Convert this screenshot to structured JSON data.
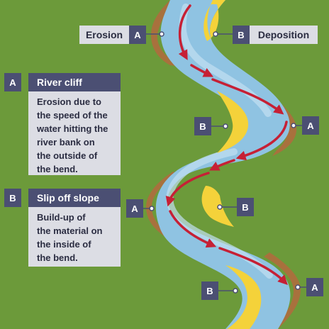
{
  "colors": {
    "background": "#6c9a3a",
    "water": "#8fc3e2",
    "water_light": "#c2e0f2",
    "bank_outer": "#a8713d",
    "deposit": "#f4d23a",
    "arrow": "#c62035",
    "tag": "#4b4f73",
    "label_bg": "#dcdde4"
  },
  "top_labels": {
    "erosion": "Erosion",
    "deposition": "Deposition"
  },
  "markers": {
    "A": "A",
    "B": "B"
  },
  "box_a": {
    "tag": "A",
    "title": "River cliff",
    "lines": [
      "Erosion due to",
      "the speed of the",
      "water hitting the",
      "river bank on",
      "the outside of",
      "the bend."
    ]
  },
  "box_b": {
    "tag": "B",
    "title": "Slip off slope",
    "lines": [
      "Build-up of",
      "the material on",
      "the inside of",
      "the bend."
    ]
  }
}
